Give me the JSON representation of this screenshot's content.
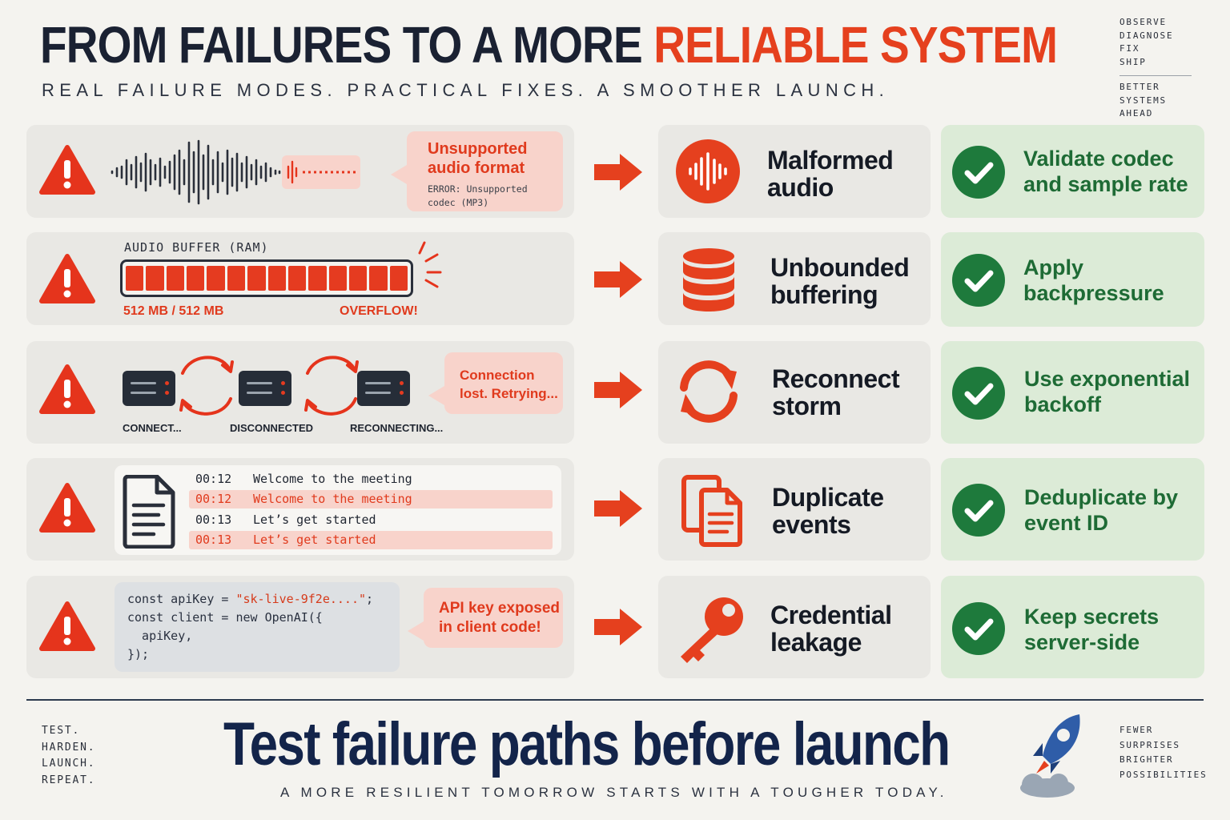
{
  "header": {
    "title_dark": "FROM FAILURES TO A MORE",
    "title_accent": "RELIABLE SYSTEM",
    "subtitle": "REAL FAILURE MODES. PRACTICAL FIXES. A SMOOTHER LAUNCH.",
    "side_steps": [
      "OBSERVE",
      "DIAGNOSE",
      "FIX",
      "SHIP"
    ],
    "side_tagline": [
      "BETTER",
      "SYSTEMS",
      "AHEAD"
    ]
  },
  "rows": [
    {
      "bubble_title_1": "Unsupported",
      "bubble_title_2": "audio format",
      "error_line_1": "ERROR: Unsupported",
      "error_line_2": "codec (MP3)",
      "category_1": "Malformed",
      "category_2": "audio",
      "category_icon": "waveform-icon",
      "fix_1": "Validate codec",
      "fix_2": "and sample rate"
    },
    {
      "buffer_label": "AUDIO BUFFER (RAM)",
      "buffer_usage": "512 MB / 512 MB",
      "buffer_status": "OVERFLOW!",
      "buffer_fill": 1.0,
      "category_1": "Unbounded",
      "category_2": "buffering",
      "category_icon": "database-icon",
      "fix_1": "Apply",
      "fix_2": "backpressure"
    },
    {
      "server_labels": [
        "CONNECT...",
        "DISCONNECTED",
        "RECONNECTING..."
      ],
      "bubble_1": "Connection",
      "bubble_2": "lost. Retrying...",
      "category_1": "Reconnect",
      "category_2": "storm",
      "category_icon": "refresh-icon",
      "fix_1": "Use exponential",
      "fix_2": "backoff"
    },
    {
      "log": [
        {
          "time": "00:12",
          "text": "Welcome to the meeting",
          "duplicate": false
        },
        {
          "time": "00:12",
          "text": "Welcome to the meeting",
          "duplicate": true
        },
        {
          "time": "00:13",
          "text": "Let’s get started",
          "duplicate": false
        },
        {
          "time": "00:13",
          "text": "Let’s get started",
          "duplicate": true
        }
      ],
      "category_1": "Duplicate",
      "category_2": "events",
      "category_icon": "copy-documents-icon",
      "fix_1": "Deduplicate by",
      "fix_2": "event ID"
    },
    {
      "code_l1_a": "const apiKey = ",
      "code_l1_str": "\"sk-live-9f2e....\"",
      "code_l1_b": ";",
      "code_l2": "const client = new OpenAI({",
      "code_l3": "  apiKey,",
      "code_l4": "});",
      "bubble_1": "API key exposed",
      "bubble_2": "in client code!",
      "category_1": "Credential",
      "category_2": "leakage",
      "category_icon": "key-icon",
      "fix_1": "Keep secrets",
      "fix_2": "server-side"
    }
  ],
  "footer": {
    "left": [
      "TEST.",
      "HARDEN.",
      "LAUNCH.",
      "REPEAT."
    ],
    "title": "Test failure paths before launch",
    "subtitle": "A MORE RESILIENT TOMORROW STARTS WITH A TOUGHER TODAY.",
    "right": [
      "FEWER",
      "SURPRISES",
      "BRIGHTER",
      "POSSIBILITIES"
    ]
  },
  "colors": {
    "accent_red": "#e5401e",
    "navy": "#1a2132",
    "fix_green": "#1e7a3c",
    "fix_panel": "#dcebd7",
    "panel": "#e9e8e4"
  }
}
